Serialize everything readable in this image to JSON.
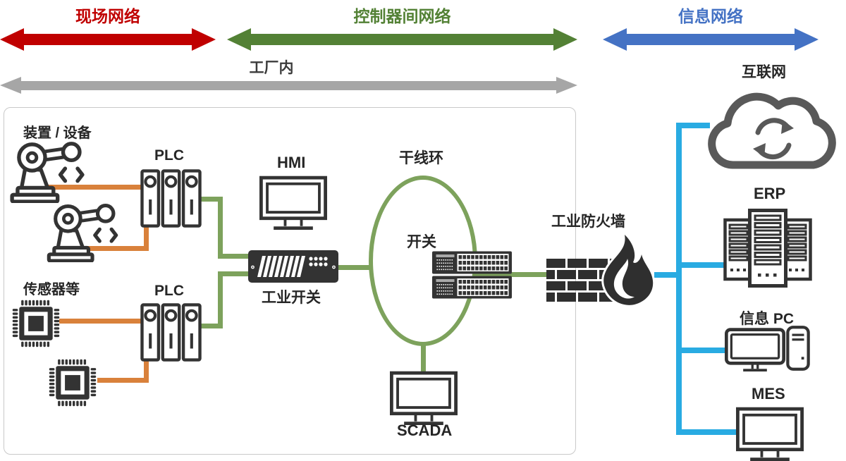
{
  "header": {
    "arrows": [
      {
        "label": "现场网络",
        "color": "#C00000"
      },
      {
        "label": "控制器间网络",
        "color": "#538135"
      },
      {
        "label": "信息网络",
        "color": "#4472C4"
      }
    ],
    "factory_scope": {
      "label": "工厂内",
      "color": "#A6A6A6"
    }
  },
  "plant": {
    "devices_label": "装置 / 设备",
    "sensors_label": "传感器等",
    "plc_upper_label": "PLC",
    "plc_lower_label": "PLC",
    "hmi_label": "HMI",
    "industrial_switch_label": "工业开关",
    "trunk_ring_label": "干线环",
    "ring_switch_label": "开关",
    "scada_label": "SCADA"
  },
  "edge": {
    "firewall_label": "工业防火墙"
  },
  "office": {
    "internet_label": "互联网",
    "erp_label": "ERP",
    "info_pc_label": "信息 PC",
    "mes_label": "MES"
  },
  "colors": {
    "field_arrow": "#C00000",
    "controller_arrow": "#538135",
    "info_arrow": "#4472C4",
    "factory_arrow": "#A6A6A6",
    "field_link": "#D9813B",
    "controller_link": "#7DA25C",
    "info_link": "#29ABE2",
    "icon_dark": "#333333",
    "cloud_gray": "#595959"
  }
}
